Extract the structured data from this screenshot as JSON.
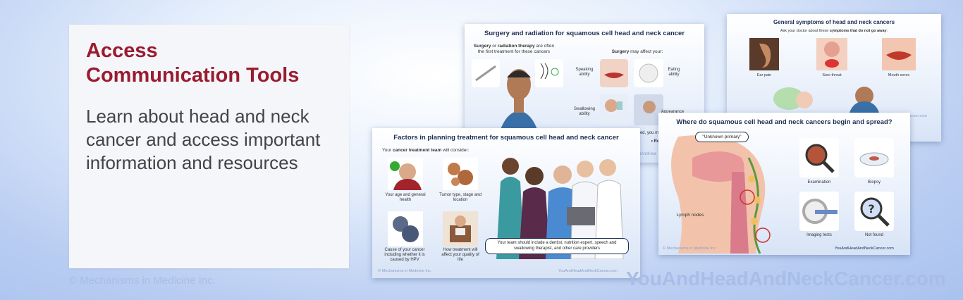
{
  "promo": {
    "title_line1": "Access",
    "title_line2": "Communication Tools",
    "description": "Learn about head and neck cancer and access important information and resources"
  },
  "footer": {
    "copyright": "© Mechanisms in Medicine Inc.",
    "site": "YouAndHeadAndNeckCancer.com"
  },
  "slides": {
    "surgery": {
      "title": "Surgery and radiation for squamous cell head and neck cancer",
      "intro_bold1": "Surgery",
      "intro_mid": " or ",
      "intro_bold2": "radiation therapy",
      "intro_rest": " are often the first treatment for these cancers",
      "affect_bold": "Surgery",
      "affect_rest": " may affect your:",
      "speaking": "Speaking ability",
      "eating": "Eating ability",
      "swallowing": "Swallowing ability",
      "appearance": "Appearance",
      "partial1": "ed, you m",
      "partial2": "• Reco",
      "site_partial": "YouAndHea"
    },
    "symptoms": {
      "title": "General symptoms of head and neck cancers",
      "intro_start": "Ask your doctor about these ",
      "intro_bold": "symptoms that do not go away",
      "intro_end": ":",
      "ear": "Ear pain",
      "throat": "Sore throat",
      "mouth": "Mouth sores",
      "site_partial": "eckCancer.com"
    },
    "factors": {
      "title": "Factors in planning treatment for squamous cell head and neck cancer",
      "intro_start": "Your ",
      "intro_bold": "cancer treatment team",
      "intro_end": " will consider:",
      "age": "Your age and general health",
      "tumor": "Tumor type, stage and location",
      "cause": "Cause of your cancer including whether it is caused by HPV",
      "treatment": "How treatment will affect your quality of life",
      "team_note": "Your team should include a dentist, nutrition expert, speech and swallowing therapist, and other care providers",
      "copyright": "© Mechanisms in Medicine Inc.",
      "site": "YouAndHeadAndNeckCancer.com"
    },
    "spread": {
      "title": "Where do squamous cell head and neck cancers begin and spread?",
      "unknown": "\"Unknown primary\"",
      "lymph": "Lymph nodes",
      "exam": "Examination",
      "biopsy": "Biopsy",
      "imaging": "Imaging tests",
      "notfound": "Not found",
      "copyright": "© Mechanisms in Medicine Inc.",
      "site": "YouAndHeadAndNeckCancer.com"
    }
  },
  "colors": {
    "accent_red": "#9b1b30",
    "slide_title": "#1d2d52",
    "background": "#b9cdf2"
  }
}
